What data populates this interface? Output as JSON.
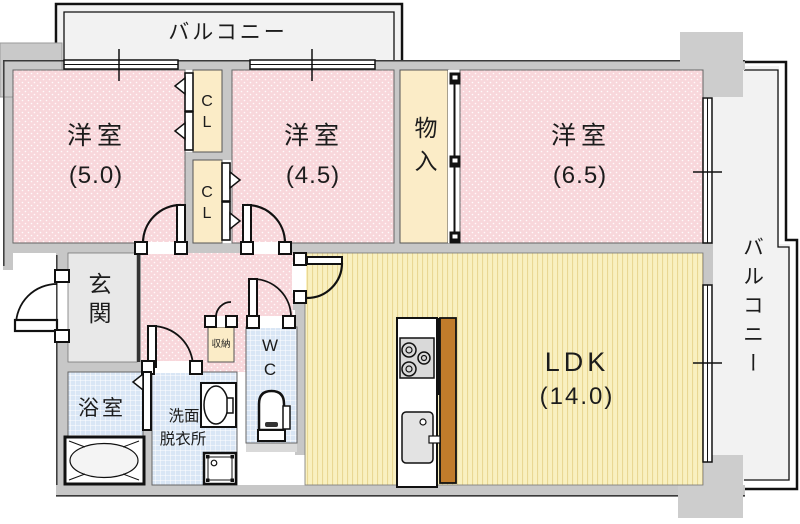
{
  "floorplan": {
    "balcony_top": {
      "label": "バルコニー"
    },
    "balcony_right": {
      "label": "バルコニー"
    },
    "bedroom1": {
      "name": "洋室",
      "size": "(5.0)"
    },
    "bedroom2": {
      "name": "洋室",
      "size": "(4.5)"
    },
    "bedroom3": {
      "name": "洋室",
      "size": "(6.5)"
    },
    "ldk": {
      "name": "LDK",
      "size": "(14.0)"
    },
    "closet_upper": {
      "label": "CL"
    },
    "closet_lower": {
      "label": "CL"
    },
    "storage": {
      "label": "物入"
    },
    "entrance": {
      "label": "玄関"
    },
    "bathroom": {
      "label": "浴室"
    },
    "washroom": {
      "line1": "洗面",
      "line2": "脱衣所"
    },
    "toilet_room": {
      "label": "WC"
    },
    "small_storage": {
      "label": "収納"
    }
  },
  "colors": {
    "room_pink": "#f8d7db",
    "closet_cream": "#fbecc7",
    "ldk_yellow": "#f9f0c0",
    "wet_area_blue": "#d9e6f5",
    "wall_gray": "#c7c7c7",
    "entrance_gray": "#e8e8e8",
    "balcony_gray": "#f2f2f2",
    "counter_brown": "#c17c2b",
    "line_black": "#111111"
  }
}
